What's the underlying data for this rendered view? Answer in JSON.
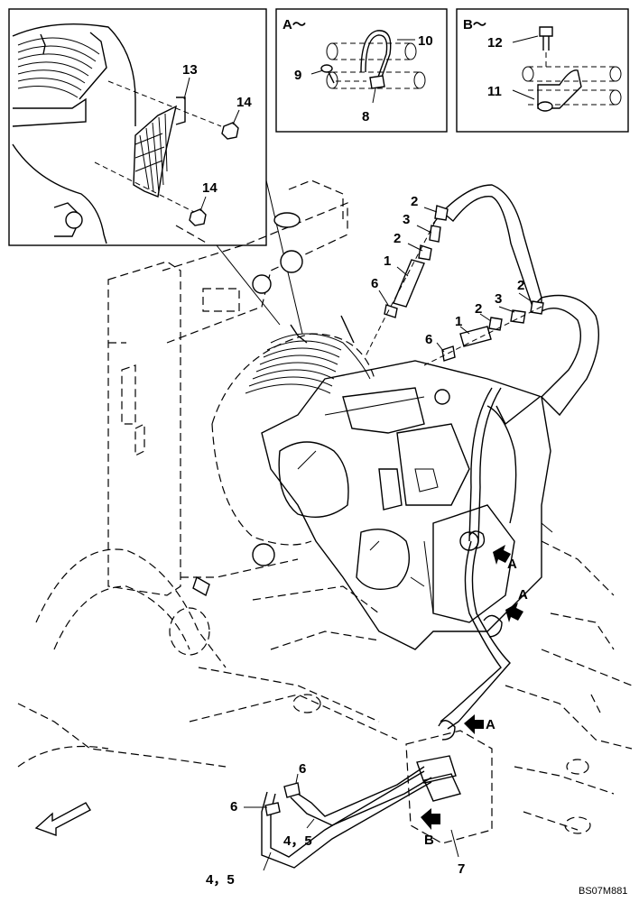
{
  "diagram": {
    "code": "BS07M881",
    "inset_a_title": "A～",
    "inset_b_title": "B～",
    "callouts": {
      "c1a": "1",
      "c1b": "1",
      "c2a": "2",
      "c2b": "2",
      "c2c": "2",
      "c2d": "2",
      "c3a": "3",
      "c3b": "3",
      "c4a": "4，5",
      "c4b": "4，5",
      "c6a": "6",
      "c6b": "6",
      "c6c": "6",
      "c6d": "6",
      "c7": "7",
      "c8": "8",
      "c9": "9",
      "c10": "10",
      "c11": "11",
      "c12": "12",
      "c13": "13",
      "c14a": "14",
      "c14b": "14"
    },
    "view_markers": {
      "a1": "A",
      "a2": "A",
      "a3": "A",
      "b1": "B"
    }
  }
}
